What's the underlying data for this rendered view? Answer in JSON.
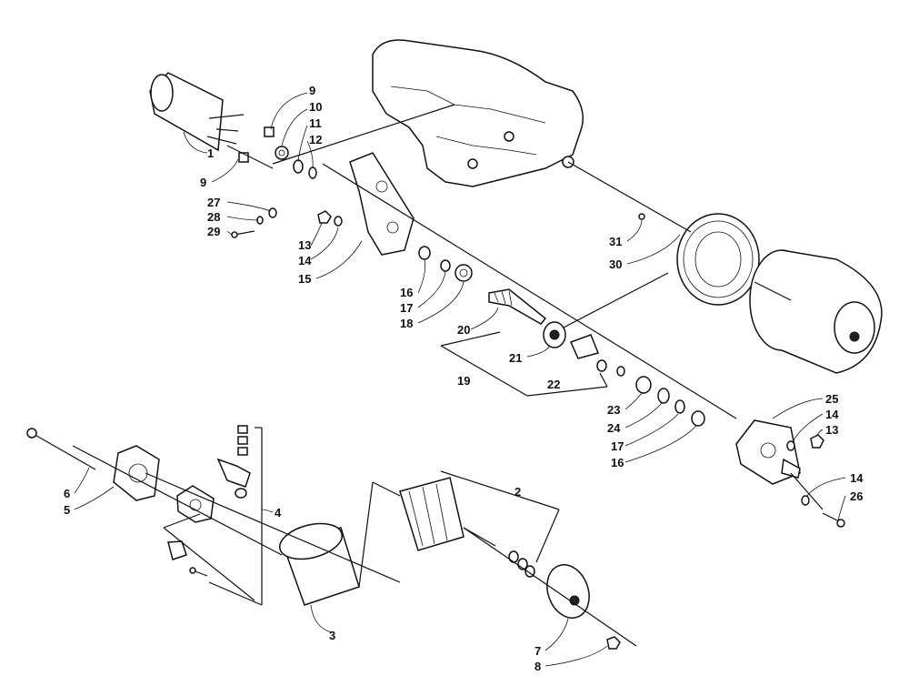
{
  "callouts": [
    {
      "id": "c1",
      "text": "1"
    },
    {
      "id": "c2",
      "text": "2"
    },
    {
      "id": "c3",
      "text": "3"
    },
    {
      "id": "c4",
      "text": "4"
    },
    {
      "id": "c5",
      "text": "5"
    },
    {
      "id": "c6",
      "text": "6"
    },
    {
      "id": "c7",
      "text": "7"
    },
    {
      "id": "c8",
      "text": "8"
    },
    {
      "id": "c9a",
      "text": "9"
    },
    {
      "id": "c9b",
      "text": "9"
    },
    {
      "id": "c10",
      "text": "10"
    },
    {
      "id": "c11",
      "text": "11"
    },
    {
      "id": "c12",
      "text": "12"
    },
    {
      "id": "c13a",
      "text": "13"
    },
    {
      "id": "c13b",
      "text": "13"
    },
    {
      "id": "c14a",
      "text": "14"
    },
    {
      "id": "c14b",
      "text": "14"
    },
    {
      "id": "c14c",
      "text": "14"
    },
    {
      "id": "c15",
      "text": "15"
    },
    {
      "id": "c16a",
      "text": "16"
    },
    {
      "id": "c16b",
      "text": "16"
    },
    {
      "id": "c17a",
      "text": "17"
    },
    {
      "id": "c17b",
      "text": "17"
    },
    {
      "id": "c18",
      "text": "18"
    },
    {
      "id": "c19",
      "text": "19"
    },
    {
      "id": "c20",
      "text": "20"
    },
    {
      "id": "c21",
      "text": "21"
    },
    {
      "id": "c22",
      "text": "22"
    },
    {
      "id": "c23",
      "text": "23"
    },
    {
      "id": "c24",
      "text": "24"
    },
    {
      "id": "c25",
      "text": "25"
    },
    {
      "id": "c26",
      "text": "26"
    },
    {
      "id": "c27",
      "text": "27"
    },
    {
      "id": "c28",
      "text": "28"
    },
    {
      "id": "c29",
      "text": "29"
    },
    {
      "id": "c30",
      "text": "30"
    },
    {
      "id": "c31",
      "text": "31"
    }
  ]
}
